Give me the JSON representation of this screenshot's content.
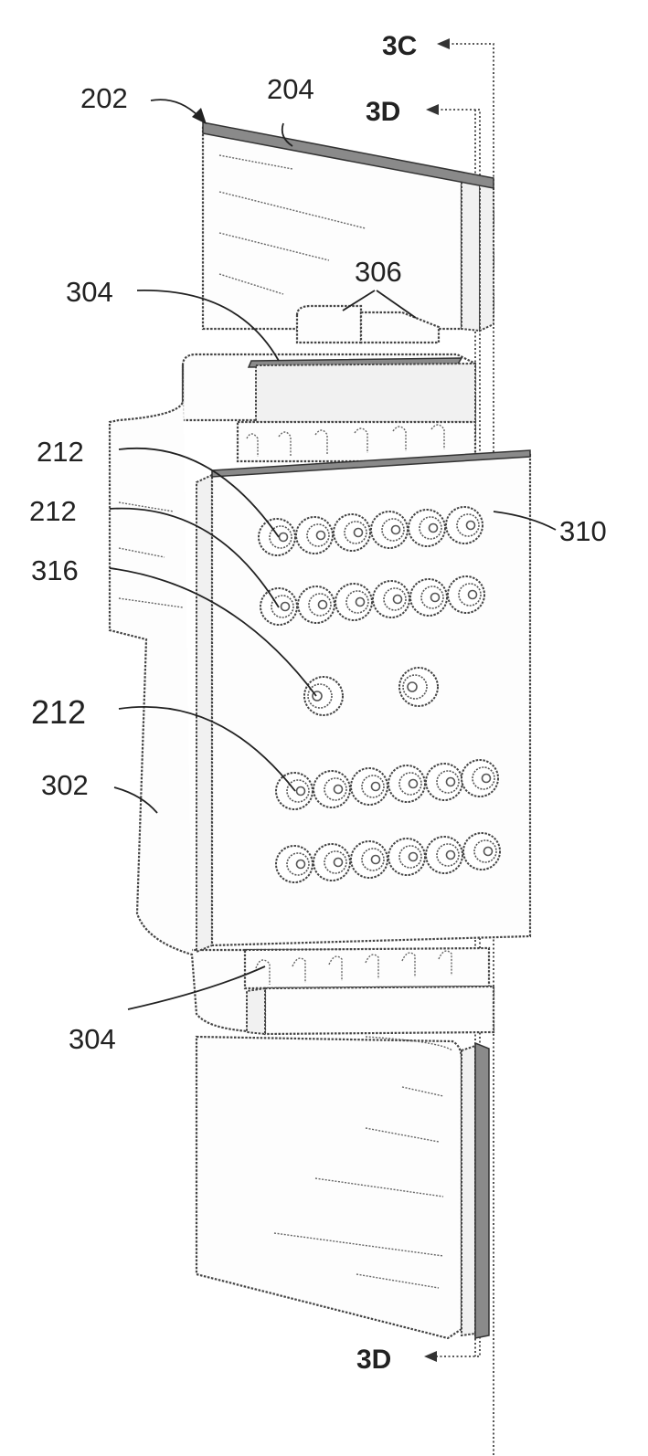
{
  "labels": {
    "l202": "202",
    "l204": "204",
    "l3c": "3C",
    "l3d_top": "3D",
    "l306": "306",
    "l304_top": "304",
    "l212_a": "212",
    "l212_b": "212",
    "l310": "310",
    "l316": "316",
    "l212_c": "212",
    "l302": "302",
    "l304_bottom": "304",
    "l3d_bottom": "3D"
  },
  "colors": {
    "line": "#444444",
    "background": "#ffffff"
  }
}
